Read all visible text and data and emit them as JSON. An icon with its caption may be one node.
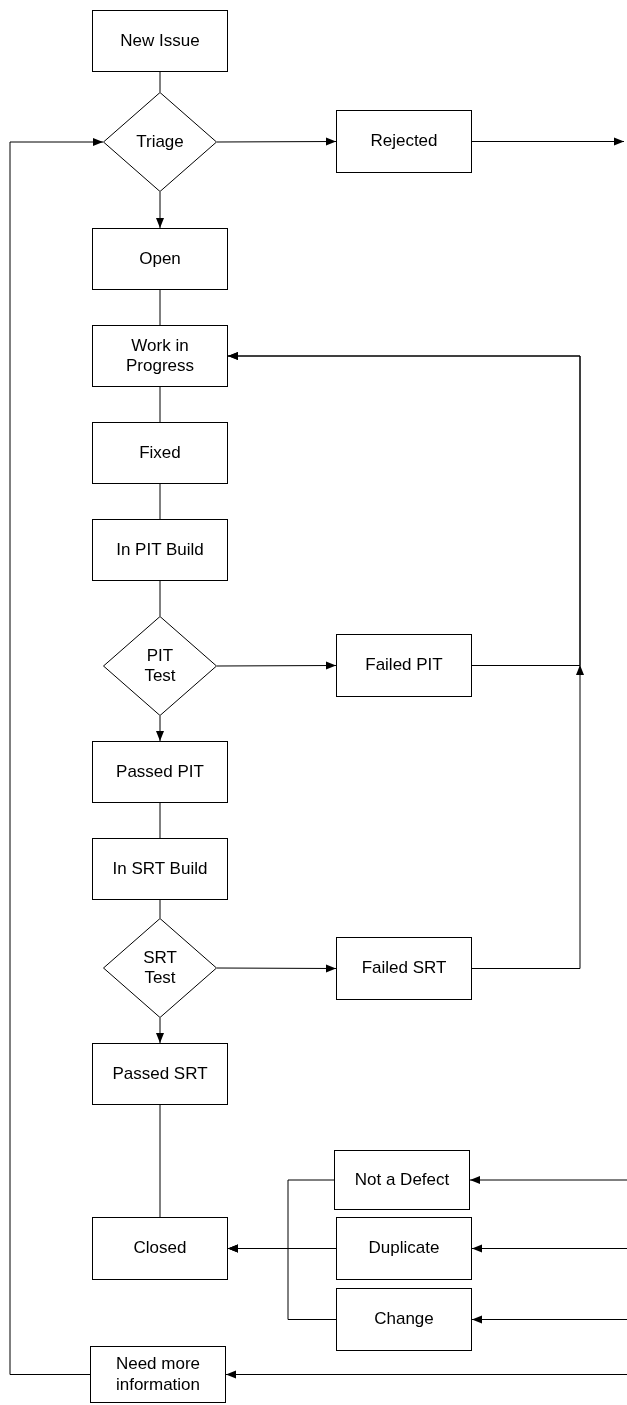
{
  "diagram": {
    "nodes": [
      {
        "text": [
          "New Issue"
        ]
      },
      {
        "text": [
          "Triage"
        ]
      },
      {
        "text": [
          "Rejected"
        ]
      },
      {
        "text": [
          "Open"
        ]
      },
      {
        "text": [
          "Work in Progress"
        ]
      },
      {
        "text": [
          "Fixed"
        ]
      },
      {
        "text": [
          "In PIT Build"
        ]
      },
      {
        "text": [
          "PIT Test"
        ]
      },
      {
        "text": [
          "Failed PIT"
        ]
      },
      {
        "text": [
          "Passed PIT"
        ]
      },
      {
        "text": [
          "In SRT Build"
        ]
      },
      {
        "text": [
          "SRT Test"
        ]
      },
      {
        "text": [
          "Failed SRT"
        ]
      },
      {
        "text": [
          "Passed SRT"
        ]
      },
      {
        "text": [
          "Not a Defect"
        ]
      },
      {
        "text": [
          "Closed"
        ]
      },
      {
        "text": [
          "Duplicate"
        ]
      },
      {
        "text": [
          "Change"
        ]
      },
      {
        "text": [
          "Need more information"
        ]
      }
    ],
    "edges": [
      {
        "from": 0,
        "to": 1,
        "arrow": "none"
      },
      {
        "from": 1,
        "to": 2,
        "arrow": "to"
      },
      {
        "from": 2,
        "to": null,
        "arrow": "to"
      },
      {
        "from": 1,
        "to": 3,
        "arrow": "to"
      },
      {
        "from": 3,
        "to": 4,
        "arrow": "none"
      },
      {
        "from": 4,
        "to": 5,
        "arrow": "none"
      },
      {
        "from": 5,
        "to": 6,
        "arrow": "none"
      },
      {
        "from": 6,
        "to": 7,
        "arrow": "none"
      },
      {
        "from": 7,
        "to": 8,
        "arrow": "to"
      },
      {
        "from": 7,
        "to": 9,
        "arrow": "to"
      },
      {
        "from": 8,
        "to": 4,
        "arrow": "to"
      },
      {
        "from": 9,
        "to": 10,
        "arrow": "none"
      },
      {
        "from": 10,
        "to": 11,
        "arrow": "none"
      },
      {
        "from": 11,
        "to": 12,
        "arrow": "to"
      },
      {
        "from": 11,
        "to": 13,
        "arrow": "to"
      },
      {
        "from": 12,
        "to": 4,
        "arrow": "to"
      },
      {
        "from": 13,
        "to": 15,
        "arrow": "none"
      },
      {
        "from": 14,
        "to": 15,
        "arrow": "to"
      },
      {
        "from": 16,
        "to": 15,
        "arrow": "to"
      },
      {
        "from": 17,
        "to": 15,
        "arrow": "to"
      },
      {
        "from": null,
        "to": 14,
        "arrow": "to"
      },
      {
        "from": null,
        "to": 16,
        "arrow": "to"
      },
      {
        "from": null,
        "to": 17,
        "arrow": "to"
      },
      {
        "from": null,
        "to": 18,
        "arrow": "to"
      },
      {
        "from": 18,
        "to": 1,
        "arrow": "to"
      }
    ]
  }
}
